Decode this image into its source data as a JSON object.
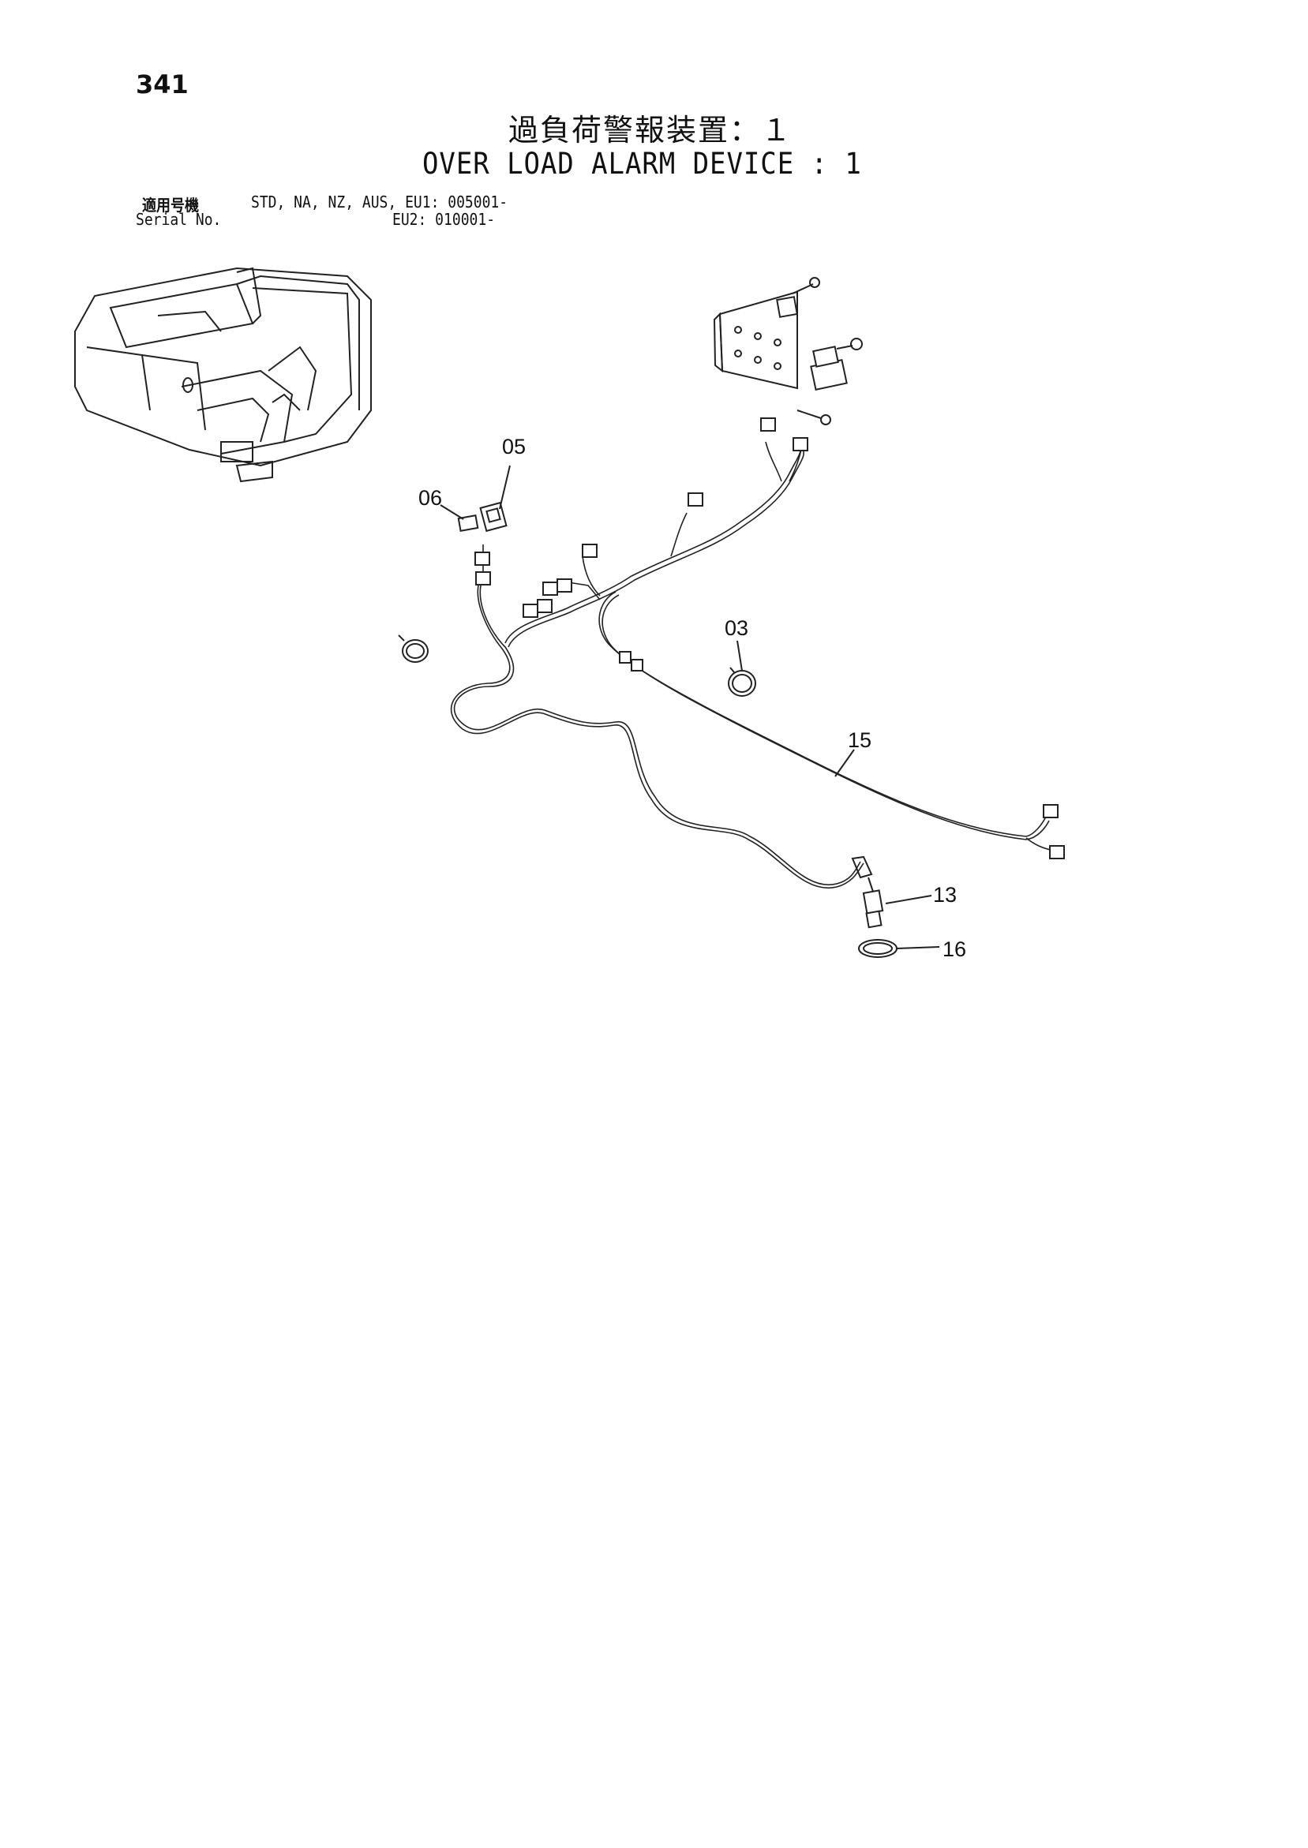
{
  "page_number": "341",
  "title_jp": "過負荷警報装置：１",
  "title_en": "OVER LOAD ALARM DEVICE : 1",
  "serial": {
    "label_jp": "適用号機",
    "label_en": "Serial No.",
    "line1": "STD, NA, NZ, AUS, EU1: 005001-",
    "line2": "EU2: 010001-"
  },
  "callouts": {
    "c05": "05",
    "c06": "06",
    "c03": "03",
    "c15": "15",
    "c13": "13",
    "c16": "16"
  }
}
